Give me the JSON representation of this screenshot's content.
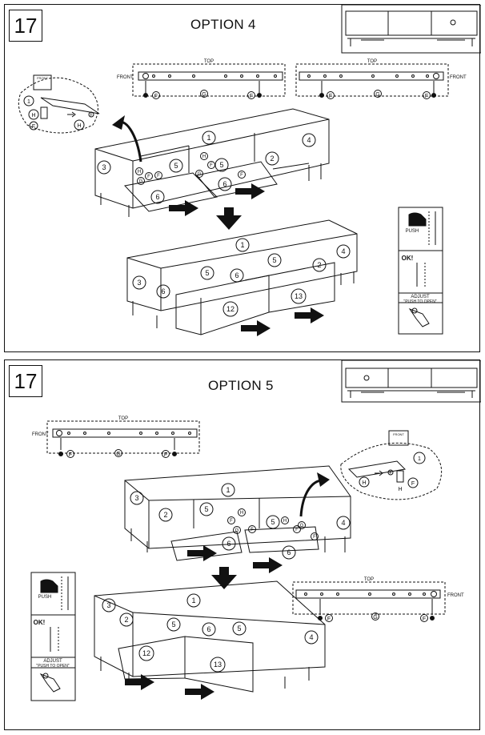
{
  "top_panel": {
    "step": "17",
    "option": "OPTION 4",
    "rail_left": {
      "top": "TOP",
      "front": "FRONT",
      "f1": "F",
      "g": "G",
      "f2": "F"
    },
    "rail_right": {
      "top": "TOP",
      "front": "FRONT",
      "f1": "F",
      "g": "G",
      "f2": "F"
    },
    "detail": {
      "tag": "FRONT",
      "n1": "1",
      "h1": "H",
      "f1": "F",
      "f2": "F",
      "h2": "H"
    },
    "cabinet_labels": [
      "1",
      "2",
      "3",
      "4",
      "5",
      "5",
      "6",
      "6"
    ],
    "callouts": [
      "H",
      "F",
      "G",
      "H",
      "F",
      "G",
      "F",
      "F"
    ],
    "result_labels": [
      "1",
      "2",
      "3",
      "4",
      "5",
      "5",
      "6",
      "6",
      "12",
      "13"
    ],
    "side": {
      "push": "PUSH",
      "ok": "OK!",
      "adjust": "ADJUST",
      "push_to_open": "\"PUSH TO OPEN\""
    }
  },
  "bottom_panel": {
    "step": "17",
    "option": "OPTION 5",
    "rail_left": {
      "top": "TOP",
      "front": "FRONT",
      "f1": "F",
      "g": "G",
      "f2": "F"
    },
    "rail_right": {
      "top": "TOP",
      "front": "FRONT",
      "f1": "F",
      "g": "G",
      "f2": "F"
    },
    "detail": {
      "tag": "FRONT",
      "n1": "1",
      "h1": "H",
      "f1": "F",
      "f2": "F",
      "h2": "H"
    },
    "cabinet_labels": [
      "1",
      "2",
      "3",
      "4",
      "5",
      "5",
      "6",
      "6"
    ],
    "callouts": [
      "H",
      "F",
      "G",
      "H",
      "F",
      "G",
      "F",
      "F"
    ],
    "result_labels": [
      "1",
      "2",
      "3",
      "4",
      "5",
      "5",
      "6",
      "6",
      "12",
      "13"
    ],
    "side": {
      "push": "PUSH",
      "ok": "OK!",
      "adjust": "ADJUST",
      "push_to_open": "\"PUSH TO OPEN\""
    }
  }
}
